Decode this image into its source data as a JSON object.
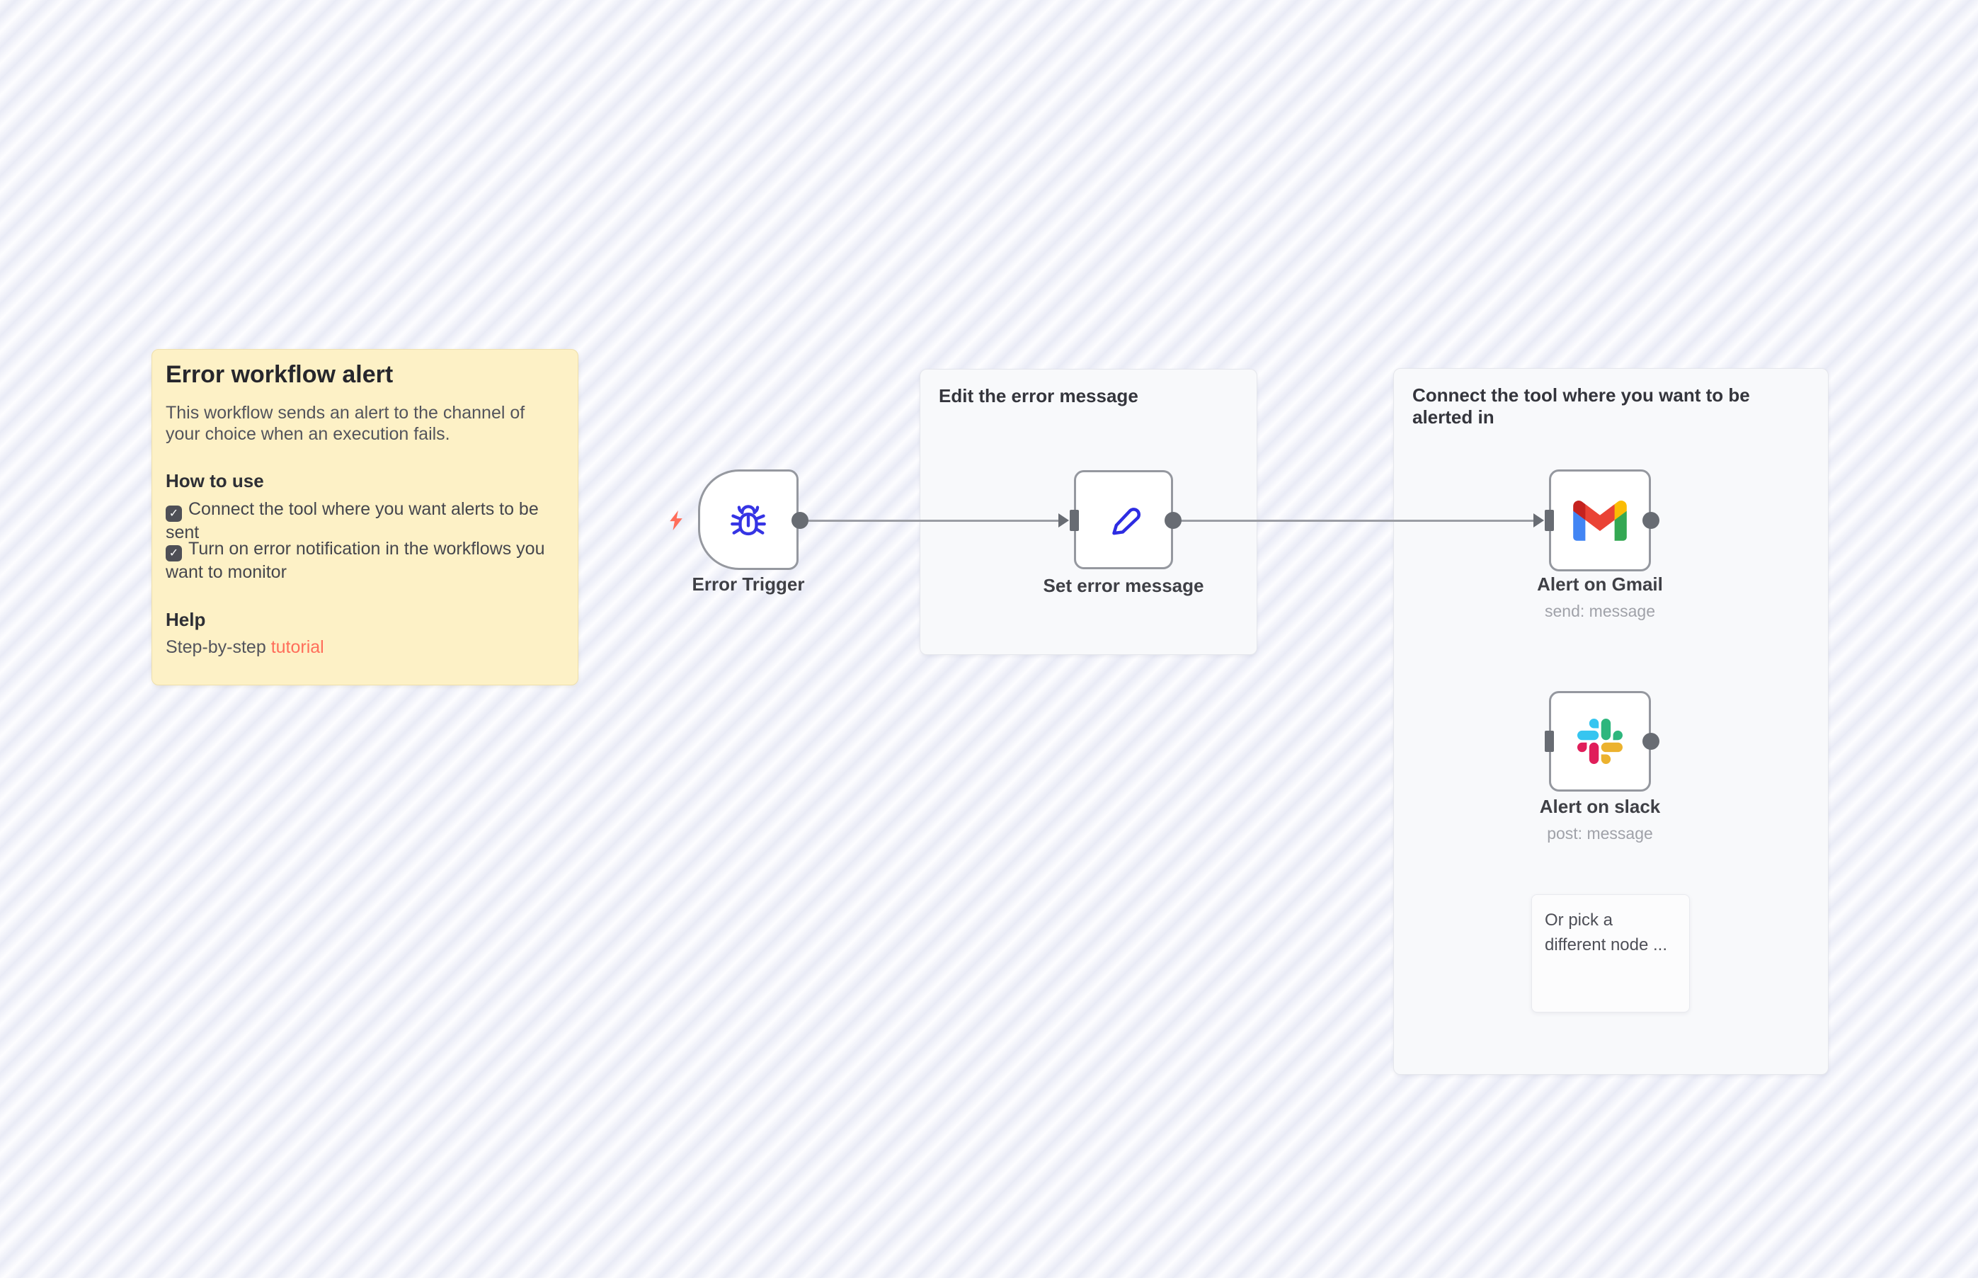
{
  "sticky": {
    "title": "Error workflow alert",
    "description": "This workflow sends an alert to the channel of your choice when an execution fails.",
    "how_heading": "How to use",
    "check_glyph": "✓",
    "check1": "Connect the tool where you want alerts to be sent",
    "check2": "Turn on error notification in the workflows you want to monitor",
    "help_heading": "Help",
    "help_prefix": "Step-by-step ",
    "help_link": "tutorial"
  },
  "groups": {
    "edit": {
      "title": "Edit the error message"
    },
    "connect": {
      "title": "Connect the tool where you want to be alerted in"
    }
  },
  "nodes": {
    "trigger": {
      "label": "Error Trigger"
    },
    "set": {
      "label": "Set error message"
    },
    "gmail": {
      "label": "Alert on Gmail",
      "subtitle": "send: message"
    },
    "slack": {
      "label": "Alert on slack",
      "subtitle": "post: message"
    }
  },
  "hint": {
    "text": "Or pick a different node ..."
  },
  "colors": {
    "accent": "#ff6d5a",
    "edge": "#9b9da4",
    "connector": "#686c73",
    "node_border": "#95989f",
    "sticky_bg": "#fdf1c6",
    "group_bg": "#f8f9fb",
    "icon_blue": "#3534e4"
  }
}
